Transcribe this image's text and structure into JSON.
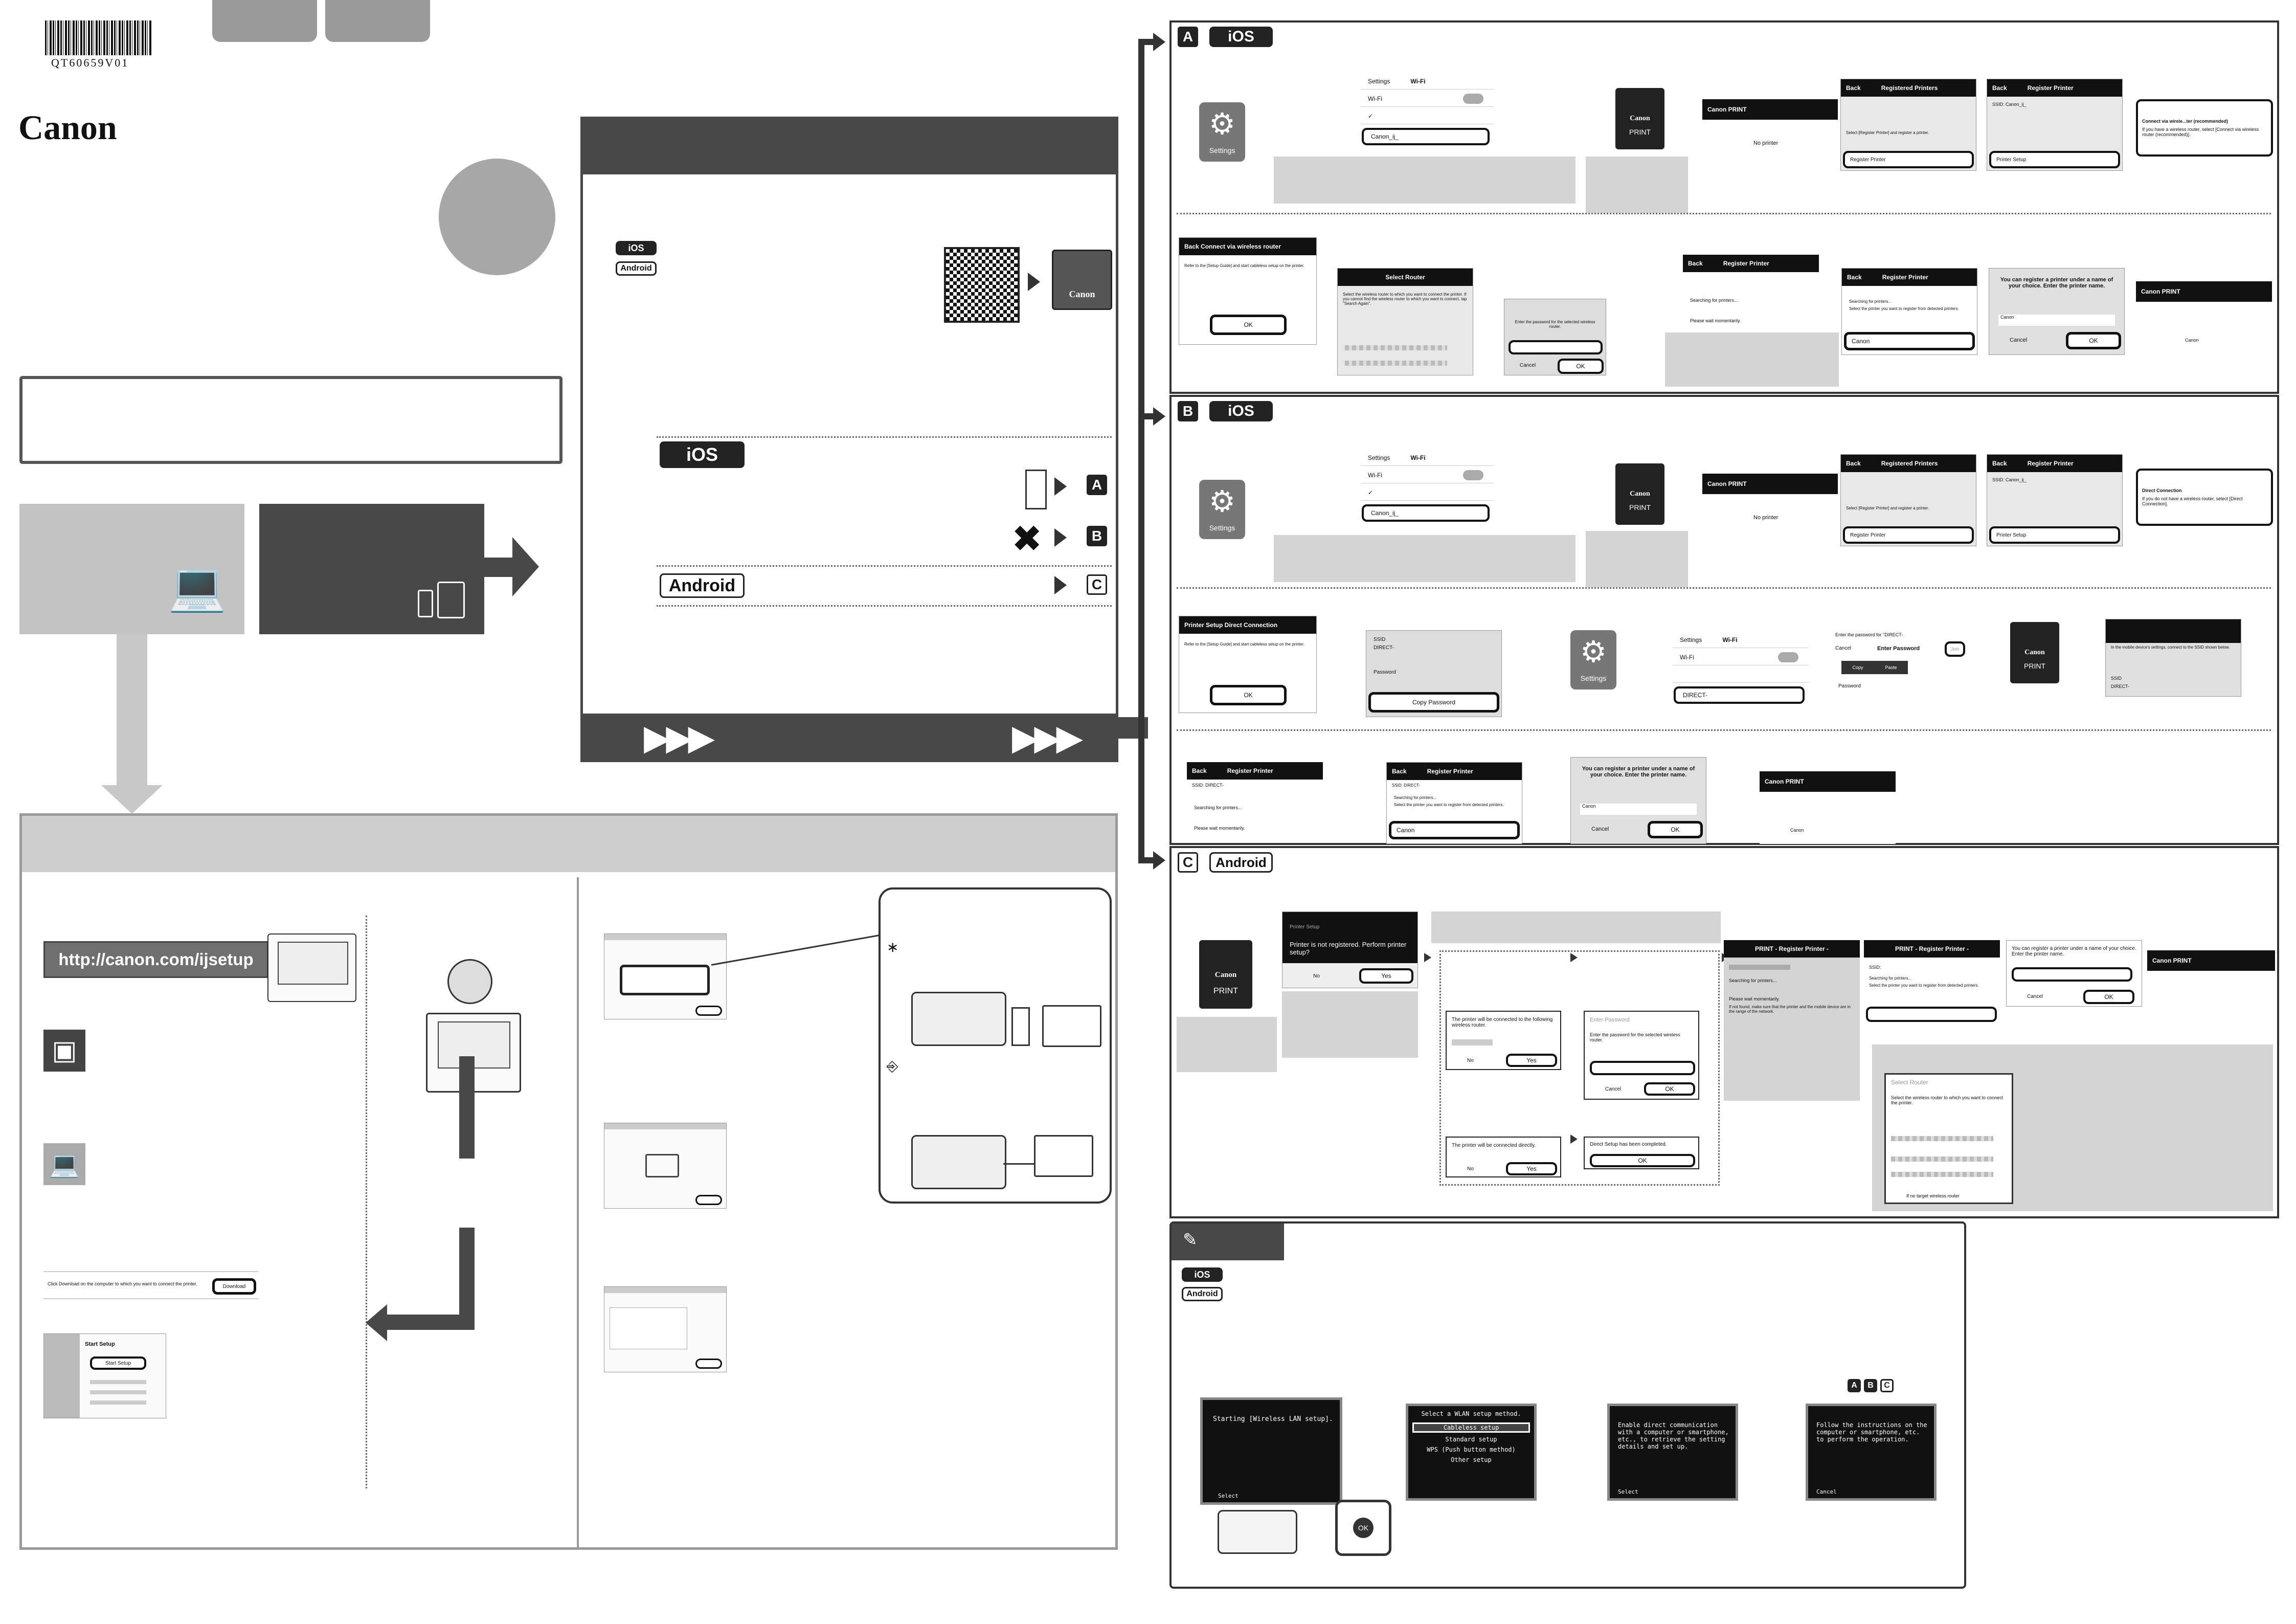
{
  "doc": {
    "code": "QT60659V01",
    "brand": "Canon",
    "url": "http://canon.com/ijsetup"
  },
  "tags": {
    "ios": "iOS",
    "android": "Android",
    "a": "A",
    "b": "B",
    "c": "C"
  },
  "icons": {
    "settings_label": "Settings",
    "print_label": "PRINT",
    "app_logo": "Canon"
  },
  "ios_a": {
    "wifi": {
      "back": "Settings",
      "title": "Wi-Fi",
      "toggle_label": "Wi-Fi",
      "network": "Canon_ij_"
    },
    "canon_print": {
      "title": "Canon PRINT",
      "subtitle": "Inkjet/SELPHY",
      "no_printer": "No printer"
    },
    "registered": {
      "back": "Back",
      "title": "Registered Printers",
      "hint": "Select [Register Printer] and register a printer.",
      "button": "Register Printer"
    },
    "register_printer": {
      "back": "Back",
      "title": "Register Printer",
      "ssid": "SSID: Canon_ij_",
      "button": "Printer Setup"
    },
    "connect_via": {
      "title": "Connect via wirele...ter (recommended)",
      "desc": "If you have a wireless router, select [Connect via wireless router (recommended)]."
    },
    "back_connect": {
      "header": "Back Connect via wireless router",
      "body": "Refer to the [Setup Guide] and start cableless setup on the printer.",
      "ok": "OK"
    },
    "select_router": {
      "title": "Select Router",
      "body": "Select the wireless router to which you want to connect the printer. If you cannot find the wireless router to which you want to connect, tap \"Search Again\"."
    },
    "password_dialog": {
      "body": "Enter the password for the selected wireless router.",
      "cancel": "Cancel",
      "ok": "OK"
    },
    "searching": {
      "back": "Back",
      "title": "Register Printer",
      "searching": "Searching for printers...",
      "wait": "Please wait momentarily."
    },
    "select_printer": {
      "back": "Back",
      "title": "Register Printer",
      "searching": "Searching for printers...",
      "hint": "Select the printer you want to register from detected printers.",
      "printer": "Canon"
    },
    "name_dialog": {
      "body": "You can register a printer under a name of your choice. Enter the printer name.",
      "field": "Canon",
      "cancel": "Cancel",
      "ok": "OK"
    },
    "final": {
      "title": "Canon PRINT",
      "subtitle": "Inkjet/SELPHY",
      "printer": "Canon"
    }
  },
  "ios_b": {
    "direct": {
      "title": "Direct Connection",
      "desc": "If you do not have a wireless router, select [Direct Connection]."
    },
    "printer_setup": {
      "header": "Printer Setup Direct Connection",
      "body": "Refer to the [Setup Guide] and start cableless setup on the printer.",
      "ok": "OK"
    },
    "ssid_screen": {
      "ssid_label": "SSID",
      "ssid": "DIRECT-",
      "password_label": "Password",
      "button": "Copy Password"
    },
    "wifi_direct": {
      "back": "Settings",
      "title": "Wi-Fi",
      "toggle_label": "Wi-Fi",
      "network": "DIRECT-"
    },
    "enter_password": {
      "prompt": "Enter the password for \"DIRECT-",
      "cancel": "Cancel",
      "title": "Enter Password",
      "join": "Join",
      "copy": "Copy",
      "paste": "Paste",
      "password": "Password"
    },
    "ssid_notice": {
      "body": "In the mobile device's settings, connect to the SSID shown below.",
      "ssid_label": "SSID",
      "ssid": "DIRECT-"
    },
    "reg_searching": {
      "back": "Back",
      "title": "Register Printer",
      "ssid": "SSID: DIRECT-",
      "searching": "Searching for printers...",
      "wait": "Please wait momentarily."
    },
    "reg_select": {
      "back": "Back",
      "title": "Register Printer",
      "ssid": "SSID: DIRECT-",
      "searching": "Searching for printers...",
      "hint": "Select the printer you want to register from detected printers.",
      "printer": "Canon"
    }
  },
  "android_c": {
    "not_registered": {
      "title": "Printer Setup",
      "body": "Printer is not registered. Perform printer setup?",
      "no": "No",
      "yes": "Yes"
    },
    "wireless_router": {
      "body": "The printer will be connected to the following wireless router.",
      "no": "No",
      "yes": "Yes"
    },
    "enter_pw": {
      "title": "Enter Password",
      "body": "Enter the password for the selected wireless router.",
      "cancel": "Cancel",
      "ok": "OK"
    },
    "directly": {
      "body": "The printer will be connected directly.",
      "no": "No",
      "yes": "Yes"
    },
    "completed": {
      "body": "Direct Setup has been completed.",
      "ok": "OK"
    },
    "print_searching": {
      "title": "PRINT - Register Printer -",
      "searching": "Searching for printers...",
      "wait": "Please wait momentarily.",
      "note": "If not found, make sure that the printer and the mobile device are in the range of the network."
    },
    "print_select": {
      "title": "PRINT - Register Printer -",
      "ssid": "SSID:",
      "searching": "Searching for printers...",
      "hint": "Select the printer you want to register from detected printers."
    },
    "name_dialog": {
      "body": "You can register a printer under a name of your choice. Enter the printer name.",
      "cancel": "Cancel",
      "ok": "OK"
    },
    "final": {
      "title": "Canon PRINT",
      "subtitle": "Inkjet/SELPHY"
    },
    "router_select": {
      "title": "Select Router",
      "body": "Select the wireless router to which you want to connect the printer.",
      "footer": "If no target wireless router"
    }
  },
  "computer": {
    "download_hint": "Click Download on the computer to which you want to connect the printer.",
    "download_button": "Download",
    "start_setup_title": "Start Setup",
    "start_setup_button": "Start Setup"
  },
  "lcd": {
    "screen1": {
      "text": "Starting [Wireless LAN setup].",
      "footer": "Select"
    },
    "screen2": {
      "title": "Select a WLAN setup method.",
      "items": [
        "Cableless setup",
        "Standard setup",
        "WPS (Push button method)",
        "Other setup"
      ]
    },
    "screen3": {
      "text": "Enable direct communication with a computer or smartphone, etc., to retrieve the setting details and set up.",
      "footer": "Select"
    },
    "screen4": {
      "text": "Follow the instructions on the computer or smartphone, etc. to perform the operation.",
      "footer": "Cancel"
    },
    "ok_key": "OK"
  }
}
